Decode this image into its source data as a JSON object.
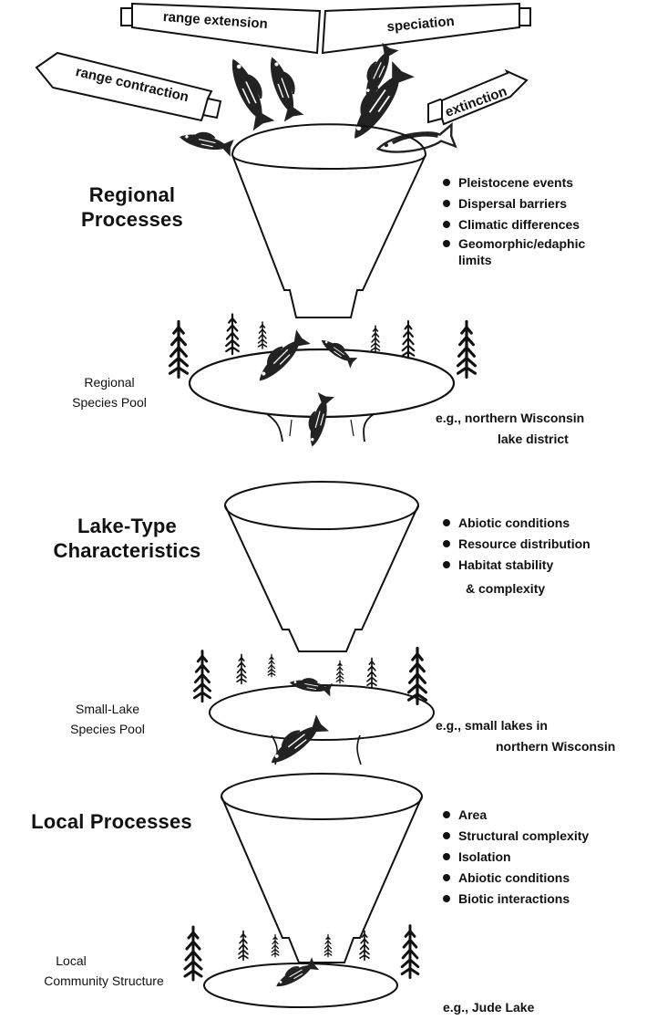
{
  "top_arrows": {
    "range_extension": "range extension",
    "speciation": "speciation",
    "range_contraction": "range contraction",
    "extinction": "extinction"
  },
  "regional": {
    "title_line1": "Regional",
    "title_line2": "Processes",
    "bullets": [
      "Pleistocene events",
      "Dispersal barriers",
      "Climatic differences"
    ],
    "last_bullet_line1": "Geomorphic/edaphic",
    "last_bullet_line2": "limits"
  },
  "regional_pool": {
    "label_line1": "Regional",
    "label_line2": "Species Pool",
    "example_line1": "e.g., northern Wisconsin",
    "example_line2": "lake district"
  },
  "lake_type": {
    "title_line1": "Lake-Type",
    "title_line2": "Characteristics",
    "bullets": [
      "Abiotic conditions",
      "Resource distribution",
      "Habitat stability"
    ],
    "continuation": "& complexity"
  },
  "small_lake_pool": {
    "label_line1": "Small-Lake",
    "label_line2": "Species Pool",
    "example_line1": "e.g., small lakes in",
    "example_line2": "northern Wisconsin"
  },
  "local": {
    "title": "Local Processes",
    "bullets": [
      "Area",
      "Structural complexity",
      "Isolation",
      "Abiotic conditions",
      "Biotic interactions"
    ]
  },
  "local_community": {
    "label_line1": "Local",
    "label_line2": "Community Structure",
    "example": "e.g., Jude Lake"
  }
}
